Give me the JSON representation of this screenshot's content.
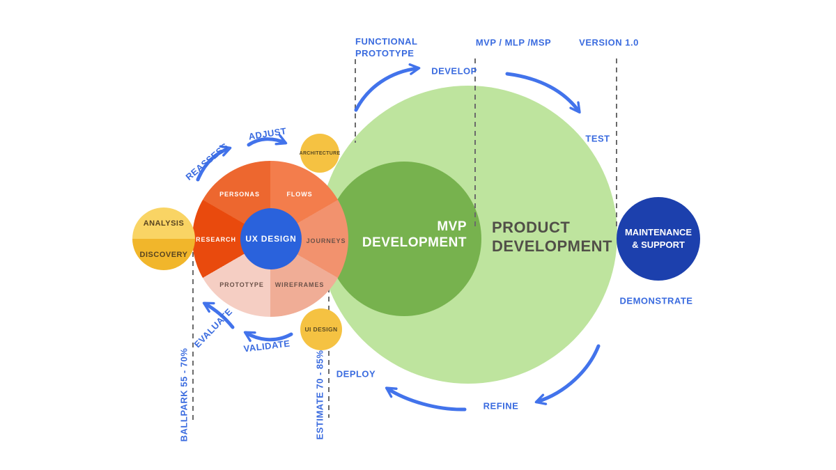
{
  "wheel": {
    "center_label": "UX DESIGN",
    "segments": [
      {
        "label": "FLOWS",
        "color": "#F37D4C"
      },
      {
        "label": "JOURNEYS",
        "color": "#F2926E"
      },
      {
        "label": "WIREFRAMES",
        "color": "#F0AD96"
      },
      {
        "label": "PROTOTYPE",
        "color": "#F5CEC3"
      },
      {
        "label": "RESEARCH",
        "color": "#E94A0D"
      },
      {
        "label": "PERSONAS",
        "color": "#ED672F"
      }
    ]
  },
  "satellites": {
    "analysis": "ANALYSIS",
    "discovery": "DISCOVERY",
    "architecture": "ARCHITECTURE",
    "ui_design": "UI DESIGN"
  },
  "development": {
    "mvp": "MVP DEVELOPMENT",
    "product": "PRODUCT DEVELOPMENT",
    "maintenance": "MAINTENANCE & SUPPORT"
  },
  "milestones": {
    "functional_prototype": "FUNCTIONAL PROTOTYPE",
    "mvp_mlp_msp": "MVP / MLP /MSP",
    "version_1_0": "VERSION 1.0"
  },
  "cycle_labels": {
    "develop": "DEVELOP",
    "test": "TEST",
    "demonstrate": "DEMONSTRATE",
    "refine": "REFINE",
    "deploy": "DEPLOY"
  },
  "ux_cycle_labels": {
    "reassess": "REASSESS",
    "adjust": "ADJUST",
    "evaluate": "EVALUATE",
    "validate": "VALIDATE"
  },
  "estimates": {
    "ballpark": "BALLPARK 55 - 70%",
    "estimate": "ESTIMATE 70 - 85%"
  },
  "colors": {
    "accent_blue": "#3A6BDF",
    "arrow_blue": "#4273EB",
    "maintenance_blue": "#1C40AD",
    "ux_center_blue": "#2A62DC",
    "product_green": "#BEE49E",
    "mvp_green": "#77B24E",
    "satellite_yellow": "#F5C242",
    "analysis_yellow": "#F9D464",
    "discovery_yellow": "#F1B62B",
    "dash_gray": "#6A6A6A",
    "dark_text": "#514F48"
  }
}
